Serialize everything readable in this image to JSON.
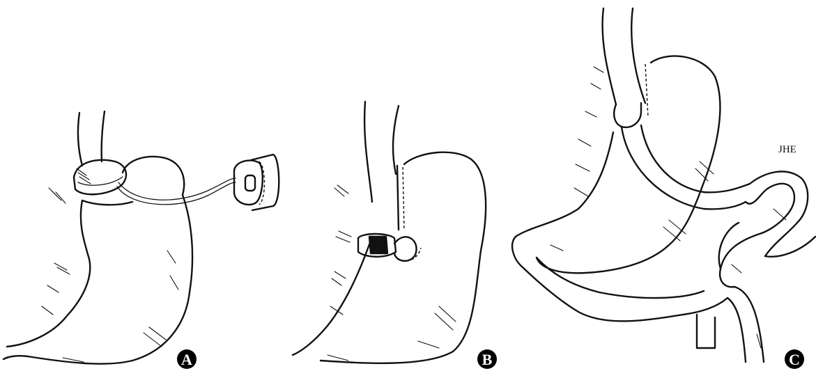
{
  "panels": [
    {
      "label": "A"
    },
    {
      "label": "B"
    },
    {
      "label": "C"
    }
  ],
  "credit": "JHE",
  "colors": {
    "ink": "#111111",
    "background": "#ffffff",
    "badge": "#000000"
  }
}
